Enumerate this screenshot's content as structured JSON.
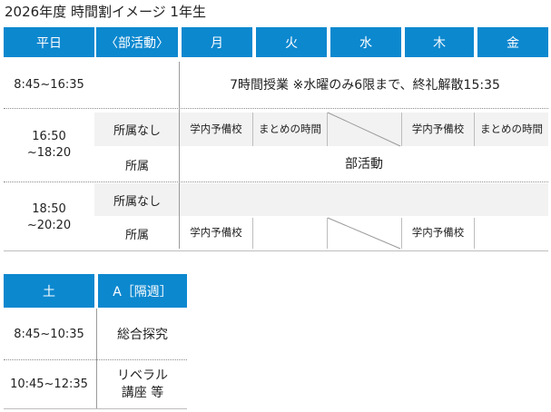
{
  "title": "2026年度 時間割イメージ 1年生",
  "weekday": {
    "headers": [
      "平日",
      "〈部活動〉",
      "月",
      "火",
      "水",
      "木",
      "金"
    ],
    "row1": {
      "time": "8:45~16:35",
      "note": "7時間授業 ※水曜のみ6限まで、終礼解散15:35"
    },
    "row2": {
      "time_line1": "16:50",
      "time_line2": "~18:20",
      "none_label": "所属なし",
      "none_cells": [
        "学内予備校",
        "まとめの時間",
        "",
        "学内予備校",
        "まとめの時間"
      ],
      "member_label": "所属",
      "member_value": "部活動"
    },
    "row3": {
      "time_line1": "18:50",
      "time_line2": "~20:20",
      "none_label": "所属なし",
      "member_label": "所属",
      "member_cells": [
        "学内予備校",
        "",
        "学内予備校",
        ""
      ]
    }
  },
  "saturday": {
    "headers": [
      "土",
      "A［隔週］"
    ],
    "rows": [
      {
        "time": "8:45~10:35",
        "value_line1": "総合探究",
        "value_line2": ""
      },
      {
        "time": "10:45~12:35",
        "value_line1": "リベラル",
        "value_line2": "講座 等"
      }
    ]
  },
  "colors": {
    "header_bg": "#0c88cf",
    "header_text": "#ffffff",
    "gray_cell": "#f2f2f2"
  }
}
